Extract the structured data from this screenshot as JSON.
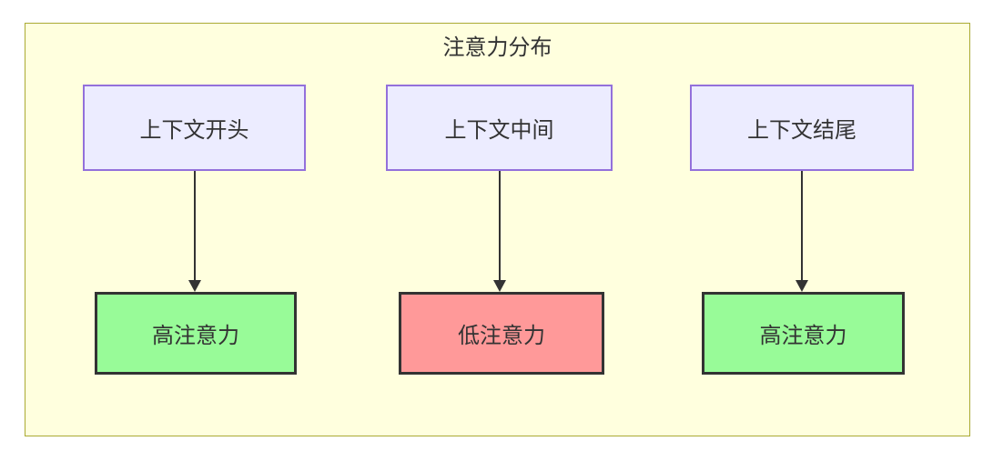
{
  "diagram": {
    "title": "注意力分布",
    "columns": [
      {
        "source": "上下文开头",
        "target": "高注意力",
        "level": "high"
      },
      {
        "source": "上下文中间",
        "target": "低注意力",
        "level": "low"
      },
      {
        "source": "上下文结尾",
        "target": "高注意力",
        "level": "high"
      }
    ],
    "colors": {
      "container_fill": "#ffffde",
      "container_border": "#aaaa33",
      "context_fill": "#ececff",
      "context_border": "#9370db",
      "high_fill": "#98fb98",
      "low_fill": "#ff9999",
      "result_border": "#333333",
      "arrow_color": "#333333",
      "text_color": "#333333"
    }
  }
}
